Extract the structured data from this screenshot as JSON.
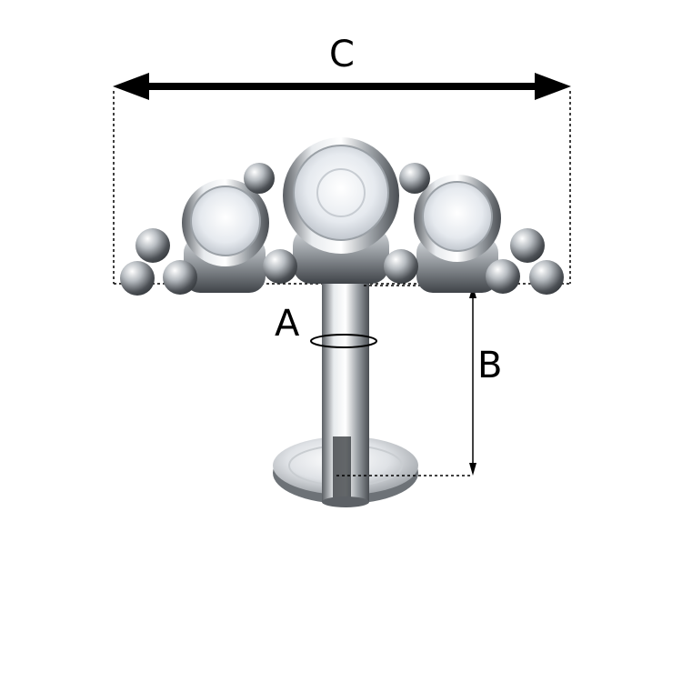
{
  "labels": {
    "c": "C",
    "a": "A",
    "b": "B"
  },
  "colors": {
    "background": "#ffffff",
    "metal_light": "#f2f4f6",
    "metal_mid": "#b9bec3",
    "metal_dark": "#55595e",
    "crystal": "#e9edf2",
    "annotation": "#000000"
  },
  "icons": {
    "dimension_arrow": "double-headed-arrow-icon",
    "gauge_ring": "ring-indicator-icon"
  }
}
